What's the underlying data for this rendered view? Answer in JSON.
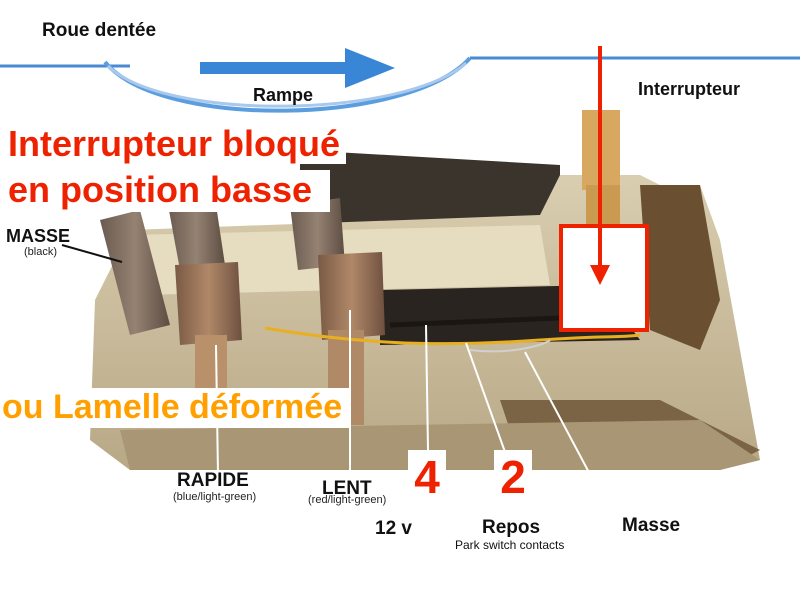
{
  "labels": {
    "gear_wheel": "Roue dentée",
    "ramp": "Rampe",
    "switch": "Interrupteur",
    "warning_line1": "Interrupteur bloqué",
    "warning_line2": "en position basse",
    "ground_top": "MASSE",
    "ground_top_sub": "(black)",
    "deformed": "ou Lamelle déformée",
    "fast": "RAPIDE",
    "fast_sub": "(blue/light-green)",
    "slow": "LENT",
    "slow_sub": "(red/light-green)",
    "terminal_4": "4",
    "terminal_2": "2",
    "voltage": "12 v",
    "rest": "Repos",
    "park_contacts": "Park switch contacts",
    "ground_bottom": "Masse"
  },
  "colors": {
    "warning_red": "#ee2200",
    "deformed_orange": "#ffa000",
    "arrow_blue": "#3a86d6",
    "wire_yellow": "#e8b020"
  }
}
